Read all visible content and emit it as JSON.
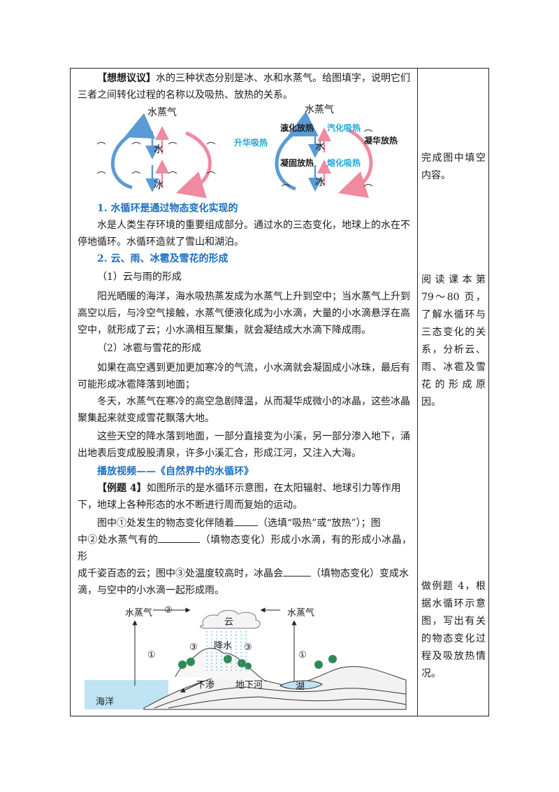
{
  "think": {
    "tag": "【想想议议】",
    "line1": "水的三种状态分别是冰、水和水蒸气。给图填字，说明它们",
    "line2": "三者之间转化过程的名称以及吸热、放热的关系。"
  },
  "diagram1": {
    "vapor": "水蒸气",
    "water": "水",
    "ice": "冰"
  },
  "diagram2": {
    "vapor": "水蒸气",
    "water": "水",
    "ice": "冰",
    "liquefy": "液化放热",
    "vaporize": "汽化吸热",
    "sublimate": "升华吸热",
    "deposit": "凝华放热",
    "solidify": "凝固放热",
    "melt": "熔化吸热"
  },
  "section1": {
    "heading": "1. 水循环是通过物态变化实现的",
    "p1": "水是人类生存环境的重要组成部分。通过水的三态变化，地球上的水在不",
    "p2": "停地循环。水循环造就了雪山和湖泊。"
  },
  "section2": {
    "heading": "2. 云、雨、冰雹及雪花的形成",
    "sub1": "（1）云与雨的形成",
    "a1": "阳光晒暖的海洋，海水吸热蒸发成为水蒸气上升到空中；当水蒸气上升到",
    "a2": "高空以后，与冷空气接触，水蒸气便液化成为小水滴，大量的小水滴悬浮在高",
    "a3": "空中，就形成了云；小水滴相互聚集，就会凝结成大水滴下降成雨。",
    "sub2": "（2）冰雹与雪花的形成",
    "b1": "如果在高空遇到更加更加寒冷的气流，小水滴就会凝固成小冰珠，最后有",
    "b2": "可能形成冰雹降落到地面；",
    "c1": "冬天，水蒸气在寒冷的高空急剧降温，从而凝华成微小的冰晶，这些冰晶",
    "c2": "聚集起来就变成雪花飘落大地。",
    "d1": "这些天空的降水落到地面，一部分直接变为小溪，另一部分渗入地下，涌",
    "d2": "出地表后变成股股清泉，许多小溪汇合，形成江河，又注入大海。"
  },
  "video": {
    "text": "播放视频——《自然界中的水循环》"
  },
  "example": {
    "tag": "【例题 4】",
    "l1": "如图所示的是水循环示意图，在太阳辐射、地球引力等作用",
    "l2": "下，地球上各种形态的水不断进行周而复始的运动。",
    "q1a": "图中①处发生的物态变化伴随着",
    "q1b": "（选填“吸热”或“放热”）；图",
    "q2a": "中②处水蒸气有的",
    "q2b": "（填物态变化）形成小水滴，有的形成小冰晶，形",
    "q3a": "成千姿百态的云；图中③处温度较高时，冰晶会",
    "q3b": "（填物态变化）变成水",
    "q4": "滴，与空中的小水滴一起形成雨。"
  },
  "cycle": {
    "vapor_left": "水蒸气",
    "vapor_right": "水蒸气",
    "cloud": "云",
    "rain": "降水",
    "seep": "下渗",
    "underground": "地下河",
    "lake": "湖",
    "ocean": "海洋",
    "m1": "①",
    "m2": "②",
    "m3": "③"
  },
  "side": {
    "note1": "完成图中填空内容。",
    "note2": "阅读课本第 79～80 页，了解水循环与三态变化的关系，分析云、雨、冰雹及雪花的形成原因。",
    "note3": "做例题 4，根据水循环示意图，写出有关的物态变化过程及吸放热情况。"
  },
  "colors": {
    "heading": "#1a6fc0",
    "cyan": "#1aa7d8",
    "arrow_blue": "#5b9bd5",
    "arrow_pink": "#f08aa0"
  }
}
